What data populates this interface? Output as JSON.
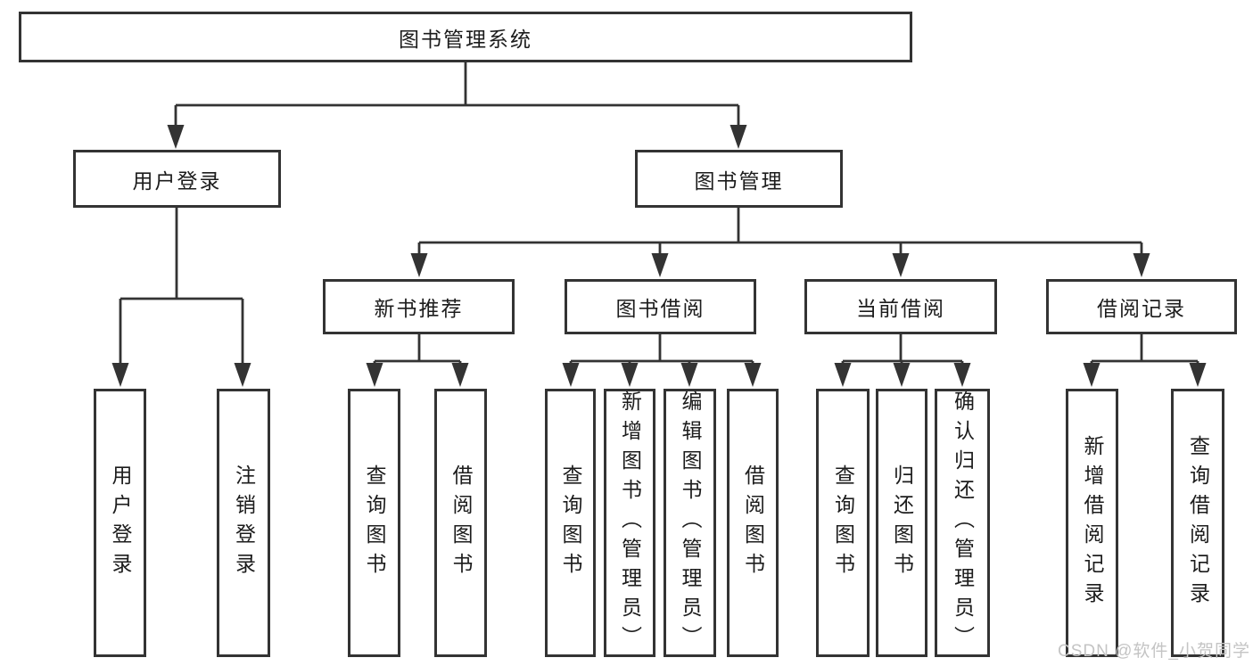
{
  "colors": {
    "background": "#ffffff",
    "line": "#333333",
    "box_border": "#333333",
    "text": "#1c1c1c",
    "watermark": "#c4c4c4"
  },
  "tree": {
    "label": "图书管理系统",
    "children": [
      {
        "label": "用户登录",
        "children": [
          {
            "label": "用户登录"
          },
          {
            "label": "注销登录"
          }
        ]
      },
      {
        "label": "图书管理",
        "children": [
          {
            "label": "新书推荐",
            "children": [
              {
                "label": "查询图书"
              },
              {
                "label": "借阅图书"
              }
            ]
          },
          {
            "label": "图书借阅",
            "children": [
              {
                "label": "查询图书"
              },
              {
                "label": "新增图书（管理员）"
              },
              {
                "label": "编辑图书（管理员）"
              },
              {
                "label": "借阅图书"
              }
            ]
          },
          {
            "label": "当前借阅",
            "children": [
              {
                "label": "查询图书"
              },
              {
                "label": "归还图书"
              },
              {
                "label": "确认归还（管理员）"
              }
            ]
          },
          {
            "label": "借阅记录",
            "children": [
              {
                "label": "新增借阅记录"
              },
              {
                "label": "查询借阅记录"
              }
            ]
          }
        ]
      }
    ]
  },
  "watermark": {
    "text": "CSDN @软件_小贺同学"
  }
}
